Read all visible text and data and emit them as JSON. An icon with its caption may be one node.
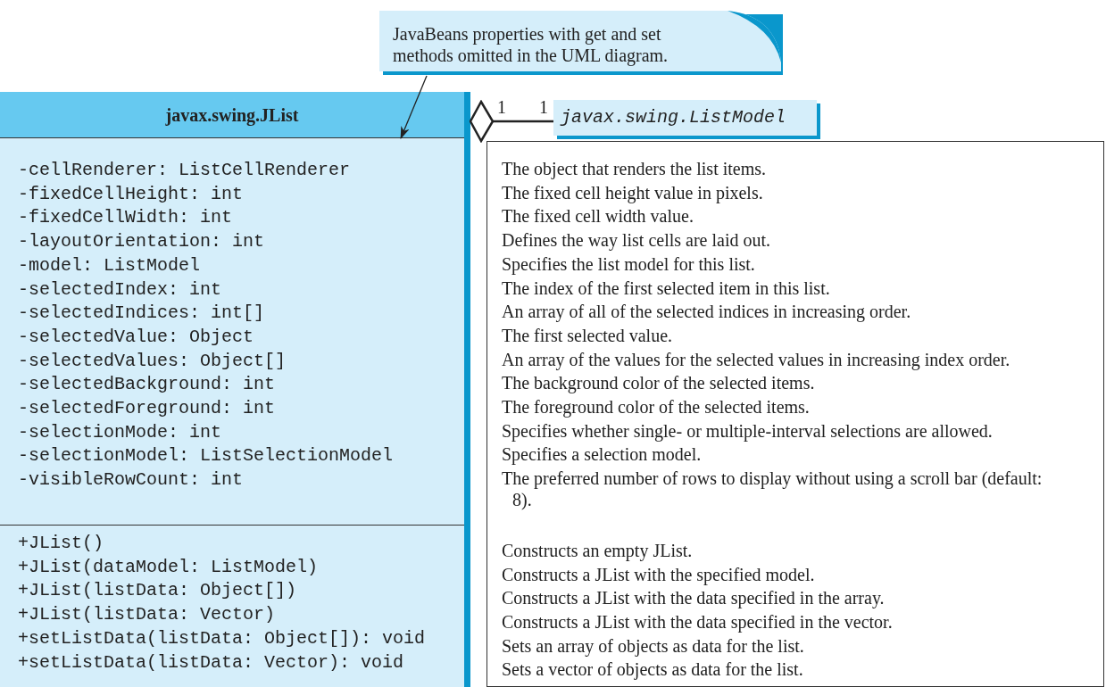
{
  "diagram": {
    "nodes": [
      {
        "text": [
          "JavaBeans properties with get and set methods omitted in the UML diagram."
        ]
      },
      {
        "text": [
          "javax.swing.JList"
        ]
      },
      {
        "text": [
          "-cellRenderer: ListCellRenderer",
          "-fixedCellHeight: int",
          "-fixedCellWidth: int",
          "-layoutOrientation: int",
          "-model: ListModel",
          "-selectedIndex: int",
          "-selectedIndices: int[]",
          "-selectedValue: Object",
          "-selectedValues: Object[]",
          "-selectedBackground: int",
          "-selectedForeground: int",
          "-selectionMode: int",
          "-selectionModel: ListSelectionModel",
          "-visibleRowCount: int"
        ],
        "in": 1
      },
      {
        "text": [
          "+JList()",
          "+JList(dataModel: ListModel)",
          "+JList(listData: Object[])",
          "+JList(listData: Vector)",
          "+setListData(listData: Object[]): void",
          "+setListData(listData: Vector): void"
        ],
        "in": 1
      },
      {
        "text": [
          "javax.swing.ListModel"
        ]
      },
      {
        "text": [
          "The object that renders the list items.",
          "The fixed cell height value in pixels.",
          "The fixed cell width value.",
          "Defines the way list cells are laid out.",
          "Specifies the list model for this list.",
          "The index of the first selected item in this list.",
          "An array of all of the selected indices in increasing order.",
          "The first selected value.",
          "An array of the values for the selected values in increasing index order.",
          "The background color of the selected items.",
          "The foreground color of the selected items.",
          "Specifies whether single- or multiple-interval selections are allowed.",
          "Specifies a selection model.",
          "The preferred number of rows to display without using a scroll bar (default: 8).",
          "Constructs an empty JList.",
          "Constructs a JList with the specified model.",
          "Constructs a JList with the data specified in the array.",
          "Constructs a JList with the data specified in the vector.",
          "Sets an array of objects as data for the list.",
          "Sets a vector of objects as data for the list."
        ]
      }
    ],
    "edges": [
      {
        "from": 0,
        "to": 2,
        "arrow": "to"
      },
      {
        "from": 1,
        "to": 4,
        "arrow": "other"
      }
    ],
    "labels": [
      "1",
      "1"
    ]
  }
}
